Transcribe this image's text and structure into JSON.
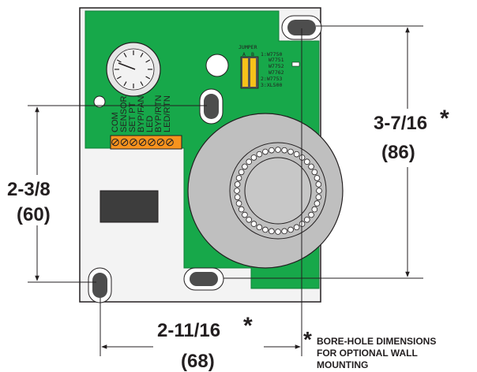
{
  "colors": {
    "housing": "#f3f3f3",
    "board": "#17a84a",
    "terminal": "#f7931e",
    "disc": "#bfbfbf",
    "display": "#3d3d3d",
    "ink": "#231f20"
  },
  "icons": {
    "asterisk": "asterisk-icon",
    "dial": "setpoint-dial-icon",
    "led": "led-icon"
  },
  "terminal_labels": [
    "COM",
    "SENSOR",
    "SET PT",
    "BYP/FAN",
    "LED",
    "BYP/RTN",
    "LED/RTN"
  ],
  "jumper": {
    "title": "JUMPER",
    "columns": [
      "A",
      "B"
    ],
    "options": [
      "1:W7750",
      "W7751",
      "W7752",
      "W7762",
      "2:W7753",
      "3:XL500"
    ]
  },
  "dimensions": {
    "vertical_right": {
      "imperial": "3-7/16",
      "metric": "(86)",
      "asterisk": "*"
    },
    "vertical_left": {
      "imperial": "2-3/8",
      "metric": "(60)"
    },
    "horizontal_bottom": {
      "imperial": "2-11/16",
      "metric": "(68)",
      "asterisk": "*"
    }
  },
  "note": {
    "asterisk": "*",
    "lines": [
      "BORE-HOLE DIMENSIONS",
      "FOR OPTIONAL WALL",
      "MOUNTING"
    ]
  }
}
